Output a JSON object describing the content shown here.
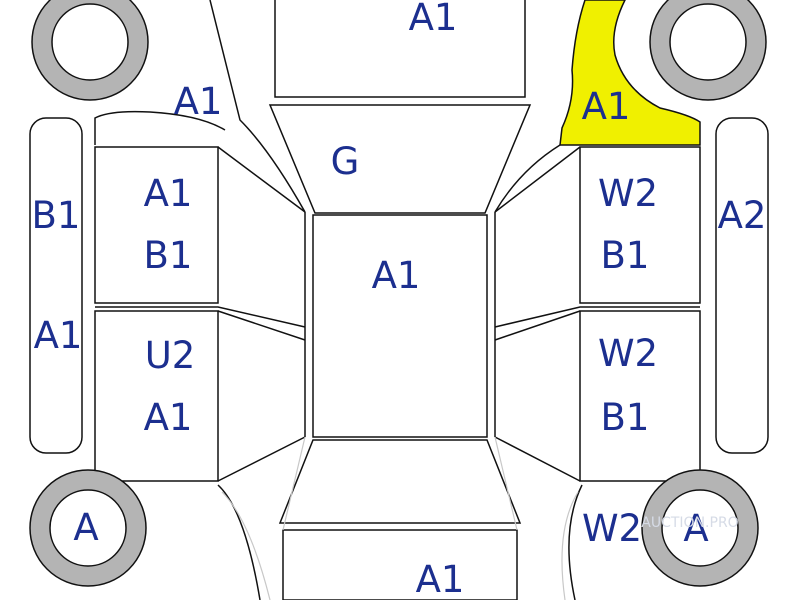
{
  "colors": {
    "label": "#1c2f8f",
    "outline": "#111111",
    "tire": "#b4b4b4",
    "highlight": "#f0f000",
    "watermark": "#d6dbe6"
  },
  "labels": {
    "roof_front": "A1",
    "front_left_fender": "A1",
    "front_right_fender": "A1",
    "hood_glass": "G",
    "left_rocker_front": "B1",
    "left_rocker_rear": "A1",
    "right_rocker": "A2",
    "front_left_door_1": "A1",
    "front_left_door_2": "B1",
    "rear_left_door_1": "U2",
    "rear_left_door_2": "A1",
    "front_right_door_1": "W2",
    "front_right_door_2": "B1",
    "rear_right_door_1": "W2",
    "rear_right_door_2": "B1",
    "roof": "A1",
    "rear_left_wheel": "A",
    "rear_right_wheel": "A",
    "rear_right_quarter": "W2",
    "trunk": "A1"
  },
  "watermark": "AUCTION.PRO"
}
